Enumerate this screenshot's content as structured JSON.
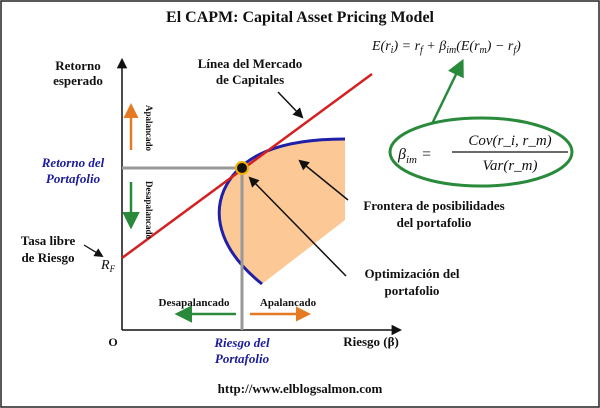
{
  "title": "El CAPM: Capital Asset Pricing Model",
  "formula_top": "E(r_i) = r_f + β_im(E(r_m) − r_f)",
  "formula_beta": {
    "lhs": "β_im =",
    "numerator": "Cov(r_i, r_m)",
    "denominator": "Var(r_m)"
  },
  "y_axis": {
    "line1": "Retorno",
    "line2": "esperado"
  },
  "x_axis": {
    "label": "Riesgo (β)",
    "origin": "O"
  },
  "cml_label": {
    "line1": "Línea del Mercado",
    "line2": "de Capitales"
  },
  "frontier_label": {
    "line1": "Frontera de posibilidades",
    "line2": "del portafolio"
  },
  "optim_label": {
    "line1": "Optimización del",
    "line2": "portafolio"
  },
  "risk_free": {
    "line1": "Tasa libre",
    "line2": "de Riesgo",
    "symbol": "R_F"
  },
  "portfolio_return": {
    "line1": "Retorno del",
    "line2": "Portafolio"
  },
  "portfolio_risk": {
    "line1": "Riesgo del",
    "line2": "Portafolio"
  },
  "vertical_labels": {
    "up": "Apalancado",
    "down": "Desapalancado"
  },
  "horizontal_labels": {
    "left": "Desapalancado",
    "right": "Apalancado"
  },
  "footer_url": "http://www.elblogsalmon.com",
  "colors": {
    "cml": "#d42020",
    "frontier": "#1f1fa8",
    "fill": "#fbc896",
    "leverage_arrow": "#e67a22",
    "deleverage_arrow": "#2a8a3c",
    "ellipse": "#2a8a3c"
  }
}
